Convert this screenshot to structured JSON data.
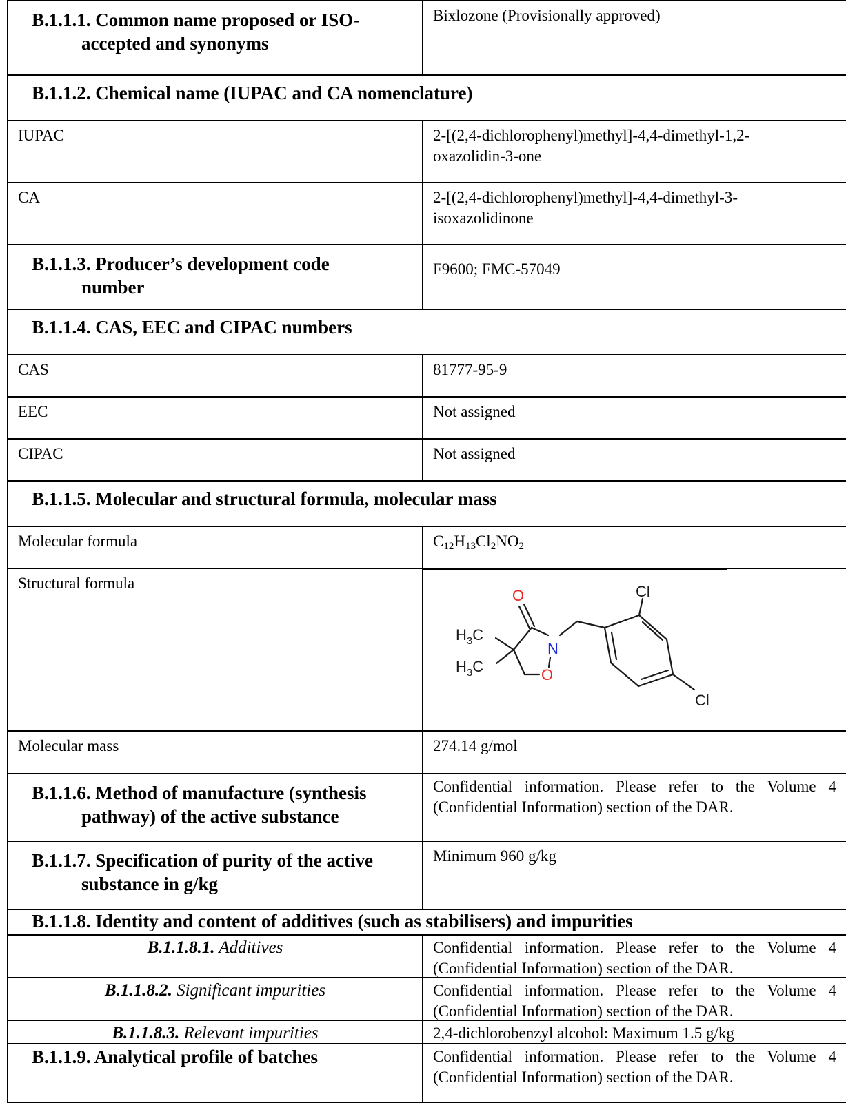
{
  "s1": {
    "heading": "B.1.1.1. Common name proposed or ISO-",
    "heading_cont": "accepted and synonyms",
    "value": "Bixlozone (Provisionally approved)"
  },
  "s2": {
    "heading": "B.1.1.2. Chemical name (IUPAC and CA nomenclature)"
  },
  "iupac": {
    "label": "IUPAC",
    "value_line1": "2-[(2,4-dichlorophenyl)methyl]-4,4-dimethyl-1,2-",
    "value_line2": "oxazolidin-3-one"
  },
  "ca": {
    "label": "CA",
    "value_line1": "2-[(2,4-dichlorophenyl)methyl]-4,4-dimethyl-3-",
    "value_line2": "isoxazolidinone"
  },
  "s3": {
    "heading": "B.1.1.3. Producer’s development code",
    "heading_cont": "number",
    "value": "F9600; FMC-57049"
  },
  "s4": {
    "heading": "B.1.1.4. CAS, EEC and CIPAC numbers"
  },
  "cas": {
    "label": "CAS",
    "value": "81777-95-9"
  },
  "eec": {
    "label": "EEC",
    "value": "Not assigned"
  },
  "cipac": {
    "label": "CIPAC",
    "value": "Not assigned"
  },
  "s5": {
    "heading": "B.1.1.5. Molecular and structural formula, molecular mass"
  },
  "molformula": {
    "label": "Molecular formula",
    "parts": [
      {
        "t": "C"
      },
      {
        "s": "12"
      },
      {
        "t": "H"
      },
      {
        "s": "13"
      },
      {
        "t": "Cl"
      },
      {
        "s": "2"
      },
      {
        "t": "NO"
      },
      {
        "s": "2"
      }
    ]
  },
  "structural": {
    "label": "Structural formula",
    "atoms": {
      "o_carbonyl": "O",
      "n": "N",
      "o_ring": "O",
      "cl_top": "Cl",
      "cl_bottom": "Cl",
      "h3c_top": "H",
      "h3c_top_sub": "3",
      "h3c_top_c": "C",
      "h3c_bottom": "H",
      "h3c_bottom_sub": "3",
      "h3c_bottom_c": "C"
    },
    "colors": {
      "oxygen": "#e8261f",
      "nitrogen": "#1c2bd9",
      "bond": "#1a1a1a"
    }
  },
  "molmass": {
    "label": "Molecular mass",
    "value": "274.14 g/mol"
  },
  "s6": {
    "heading": "B.1.1.6. Method of manufacture (synthesis",
    "heading_cont": "pathway) of the active substance",
    "value": "Confidential information.  Please refer to the Volume 4 (Confidential Information) section of the DAR."
  },
  "s7": {
    "heading": "B.1.1.7. Specification of purity of the active",
    "heading_cont": "substance in g/kg",
    "value": "Minimum 960 g/kg"
  },
  "s8": {
    "heading": "B.1.1.8. Identity and content of additives (such as stabilisers) and impurities"
  },
  "s81": {
    "num": "B.1.1.8.1.",
    "label": " Additives",
    "value": "Confidential information.  Please refer to the Volume 4 (Confidential Information) section of the DAR."
  },
  "s82": {
    "num": "B.1.1.8.2.",
    "label": " Significant impurities",
    "value": "Confidential information.  Please refer to the Volume 4 (Confidential Information) section of the DAR."
  },
  "s83": {
    "num": "B.1.1.8.3.",
    "label": " Relevant impurities",
    "value": "2,4-dichlorobenzyl alcohol:  Maximum 1.5 g/kg"
  },
  "s9": {
    "heading": "B.1.1.9. Analytical profile of batches",
    "value": "Confidential information.  Please refer to the Volume 4 (Confidential Information) section of the DAR."
  }
}
